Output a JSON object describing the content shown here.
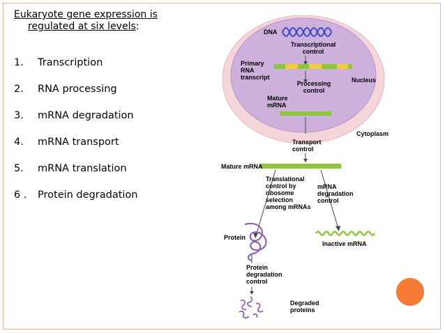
{
  "heading": {
    "line1": "Eukaryote gene expression is",
    "line2": "regulated at six levels",
    "line2_suffix": ":"
  },
  "levels": [
    {
      "num": "1.",
      "text": "Transcription"
    },
    {
      "num": "2.",
      "text": "RNA processing"
    },
    {
      "num": "3.",
      "text": "mRNA degradation"
    },
    {
      "num": "4.",
      "text": "mRNA transport"
    },
    {
      "num": "5.",
      "text": "mRNA translation"
    },
    {
      "num": "6 .",
      "text": "Protein degradation"
    }
  ],
  "figure": {
    "dna": "DNA",
    "transcriptional_control": "Transcriptional\ncontrol",
    "primary_rna": "Primary\nRNA\ntranscript",
    "nucleus": "Nucleus",
    "processing_control": "Processing\ncontrol",
    "mature_mrna_nucleus": "Mature\nmRNA",
    "cytoplasm": "Cytoplasm",
    "transport_control": "Transport\ncontrol",
    "mature_mrna": "Mature mRNA",
    "translational_control": "Translational\ncontrol by\nribosome\nselection\namong mRNAs",
    "mrna_degradation_control": "mRNA\ndegradation\ncontrol",
    "protein": "Protein",
    "inactive_mrna": "Inactive mRNA",
    "protein_degradation_control": "Protein\ndegradation\ncontrol",
    "degraded_proteins": "Degraded\nproteins"
  },
  "colors": {
    "accent_orange": "#f47a36",
    "slide_border": "#e6b48c",
    "mrna_green": "#8cc63f",
    "exon_yellow": "#f2cf3a",
    "nucleus_lilac": "#cdb0dc",
    "cytoplasm_pink": "#f4d6da",
    "dna_blue": "#3d47c9",
    "protein_purple": "#8e63b0"
  }
}
